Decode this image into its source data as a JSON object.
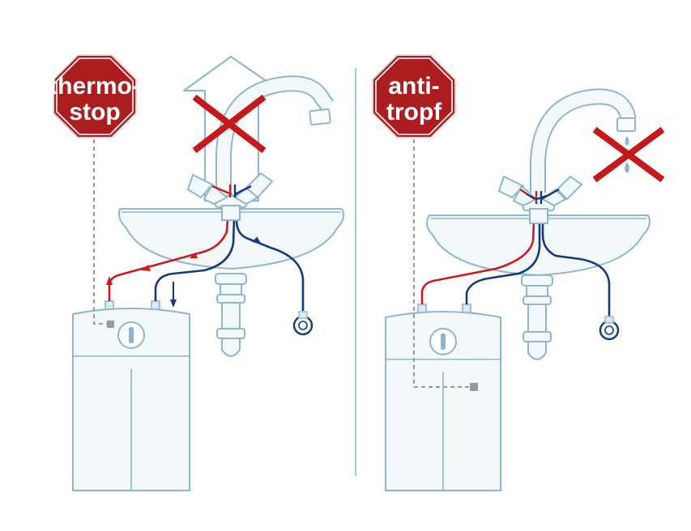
{
  "colors": {
    "outline": "#8fb6cc",
    "fill": "#f3f8fb",
    "fill_dark": "#dde9f0",
    "hot": "#cc1b1b",
    "cold": "#143a7c",
    "sign": "#ac1d1f",
    "cross": "#c41a1c",
    "dashed": "#999999"
  },
  "left_panel": {
    "sign": {
      "line1": "thermo-",
      "line2": "stop"
    }
  },
  "right_panel": {
    "sign": {
      "line1": "anti-",
      "line2": "tropf"
    }
  },
  "icons": [
    "octagon-stop-sign",
    "cross-mark",
    "water-drop",
    "upward-arrow",
    "flow-arrow"
  ]
}
